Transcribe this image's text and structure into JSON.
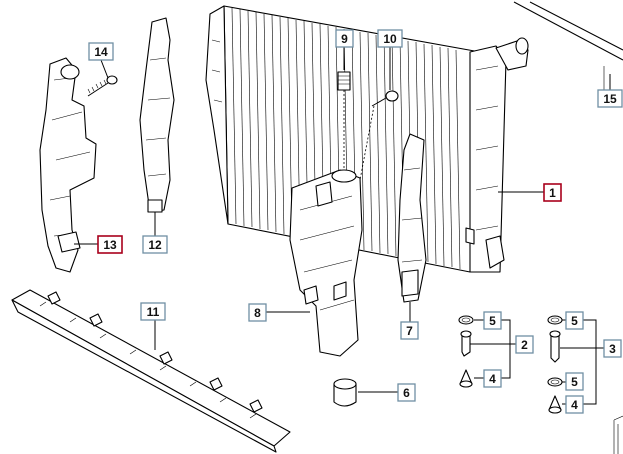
{
  "callouts": [
    {
      "id": "c1",
      "label": "1",
      "highlighted": true
    },
    {
      "id": "c2",
      "label": "2",
      "highlighted": false
    },
    {
      "id": "c3",
      "label": "3",
      "highlighted": false
    },
    {
      "id": "c4a",
      "label": "4",
      "highlighted": false
    },
    {
      "id": "c4b",
      "label": "4",
      "highlighted": false
    },
    {
      "id": "c5a",
      "label": "5",
      "highlighted": false
    },
    {
      "id": "c5b",
      "label": "5",
      "highlighted": false
    },
    {
      "id": "c5c",
      "label": "5",
      "highlighted": false
    },
    {
      "id": "c6",
      "label": "6",
      "highlighted": false
    },
    {
      "id": "c7",
      "label": "7",
      "highlighted": false
    },
    {
      "id": "c8",
      "label": "8",
      "highlighted": false
    },
    {
      "id": "c9",
      "label": "9",
      "highlighted": false
    },
    {
      "id": "c10",
      "label": "10",
      "highlighted": false
    },
    {
      "id": "c11",
      "label": "11",
      "highlighted": false
    },
    {
      "id": "c12",
      "label": "12",
      "highlighted": false
    },
    {
      "id": "c13",
      "label": "13",
      "highlighted": true
    },
    {
      "id": "c14",
      "label": "14",
      "highlighted": false
    },
    {
      "id": "c15",
      "label": "15",
      "highlighted": false
    }
  ],
  "colors": {
    "callout_border": "#6f8fa3",
    "highlight_border": "#a8001c",
    "line": "#000000",
    "background": "#ffffff"
  }
}
